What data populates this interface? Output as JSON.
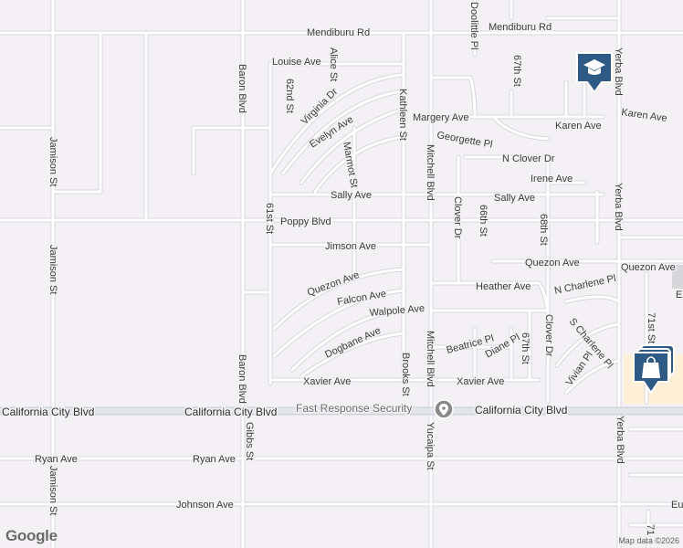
{
  "streets": {
    "mendiburu_rd_w": "Mendiburu Rd",
    "mendiburu_rd_e": "Mendiburu Rd",
    "louise_ave": "Louise Ave",
    "alice_st": "Alice St",
    "st_62nd": "62nd St",
    "virginia_dr": "Virginia Dr",
    "evelyn_ave": "Evelyn Ave",
    "kathleen_st": "Kathleen St",
    "margery_ave": "Margery Ave",
    "karen_ave_1": "Karen Ave",
    "karen_ave_2": "Karen Ave",
    "georgette_pl": "Georgette Pl",
    "marmot_st": "Marmot St",
    "n_clover_dr": "N Clover Dr",
    "irene_ave": "Irene Ave",
    "sally_ave_1": "Sally Ave",
    "sally_ave_2": "Sally Ave",
    "poppy_blvd": "Poppy Blvd",
    "jimson_ave": "Jimson Ave",
    "quezon_ave_1": "Quezon Ave",
    "quezon_ave_2": "Quezon Ave",
    "quezon_ave_3": "Quezon Ave",
    "falcon_ave": "Falcon Ave",
    "heather_ave": "Heather Ave",
    "walpole_ave": "Walpole Ave",
    "dogbane_ave": "Dogbane Ave",
    "beatrice_pl": "Beatrice Pl",
    "diane_pl": "Diane Pl",
    "xavier_ave_1": "Xavier Ave",
    "xavier_ave_2": "Xavier Ave",
    "california_city_blvd_1": "California City Blvd",
    "california_city_blvd_2": "California City Blvd",
    "california_city_blvd_3": "California City Blvd",
    "ryan_ave_1": "Ryan Ave",
    "ryan_ave_2": "Ryan Ave",
    "johnson_ave": "Johnson Ave",
    "jamison_st_1": "Jamison St",
    "jamison_st_2": "Jamison St",
    "jamison_st_3": "Jamison St",
    "baron_blvd_1": "Baron Blvd",
    "baron_blvd_2": "Baron Blvd",
    "gibbs_st": "Gibbs St",
    "st_61st": "61st St",
    "mitchell_blvd_1": "Mitchell Blvd",
    "mitchell_blvd_2": "Mitchell Blvd",
    "brooks_st": "Brooks St",
    "yucaipa_st": "Yucaipa St",
    "clover_dr_1": "Clover Dr",
    "clover_dr_2": "Clover Dr",
    "st_66th": "66th St",
    "st_67th_1": "67th St",
    "st_67th_2": "67th St",
    "st_68th": "68th St",
    "doolittle_pl": "Doolittle Pl",
    "yerba_blvd_1": "Yerba Blvd",
    "yerba_blvd_2": "Yerba Blvd",
    "yerba_blvd_3": "Yerba Blvd",
    "n_charlene_pl": "N Charlene Pl",
    "s_charlene_pl": "S Charlene Pl",
    "vivian_pl": "Vivian Pl",
    "st_71st": "71st St",
    "partial_e": "E",
    "partial_eu": "Eu",
    "partial_71": "71"
  },
  "pois": {
    "fast_response_security": "Fast Response Security"
  },
  "footer": {
    "logo": "Google",
    "attribution": "Map data ©2026"
  },
  "colors": {
    "background": "#f3f1f4",
    "road": "#ffffff",
    "road_outline": "#d9d6dc",
    "major_road": "#dcdfe4",
    "shopping_area": "#fdf0d6",
    "pin_blue": "#2f5a86",
    "poi_gray": "#757575"
  },
  "icons": {
    "school_pin": "graduation-cap-icon",
    "shopping_pin": "shopping-bag-icon",
    "poi": "location-dot-icon"
  }
}
